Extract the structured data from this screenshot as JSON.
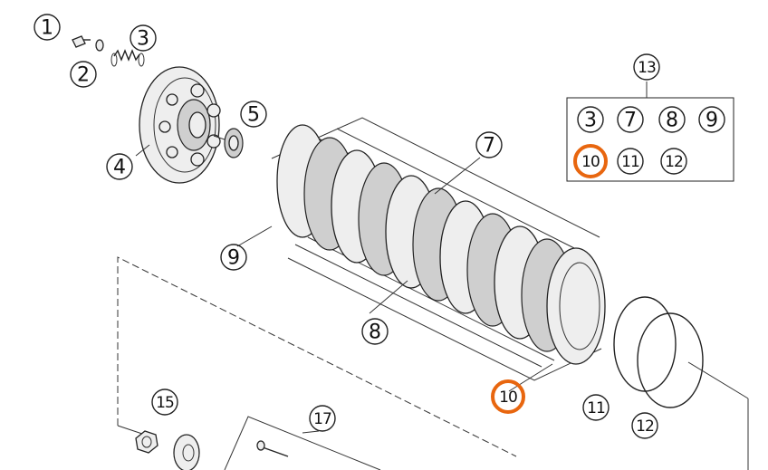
{
  "callouts": [
    {
      "id": "c1",
      "text": "1"
    },
    {
      "id": "c2",
      "text": "2"
    },
    {
      "id": "c3",
      "text": "3"
    },
    {
      "id": "c4",
      "text": "4"
    },
    {
      "id": "c5",
      "text": "5"
    },
    {
      "id": "c7",
      "text": "7"
    },
    {
      "id": "c8",
      "text": "8"
    },
    {
      "id": "c9",
      "text": "9"
    },
    {
      "id": "c10",
      "text": "10"
    },
    {
      "id": "c11",
      "text": "11"
    },
    {
      "id": "c12",
      "text": "12"
    },
    {
      "id": "c13",
      "text": "13"
    },
    {
      "id": "c15",
      "text": "15"
    },
    {
      "id": "c17",
      "text": "17"
    }
  ],
  "kit_box": {
    "title": "13",
    "items": [
      "3",
      "7",
      "8",
      "9",
      "10",
      "11",
      "12"
    ]
  },
  "highlight_color": "#e8660f",
  "highlighted_part": "10"
}
